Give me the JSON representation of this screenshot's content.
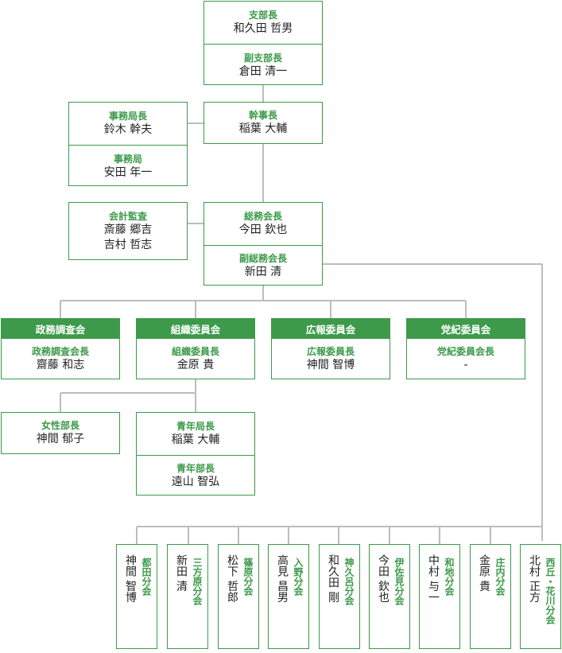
{
  "top": {
    "branch_head": {
      "role": "支部長",
      "name": "和久田 哲男"
    },
    "vice_branch_head": {
      "role": "副支部長",
      "name": "倉田 清一"
    },
    "secretary_general": {
      "role": "幹事長",
      "name": "稲葉 大輔"
    },
    "office_chief": {
      "role": "事務局長",
      "name": "鈴木 幹夫"
    },
    "office": {
      "role": "事務局",
      "name": "安田 年一"
    },
    "auditor": {
      "role": "会計監査",
      "names": [
        "斎藤 郷吉",
        "吉村 哲志"
      ]
    },
    "general_affairs": {
      "role": "総務会長",
      "name": "今田 欽也"
    },
    "vice_general_affairs": {
      "role": "副総務会長",
      "name": "新田 清"
    }
  },
  "committees": [
    {
      "header": "政務調査会",
      "role": "政務調査会長",
      "name": "齋藤 和志"
    },
    {
      "header": "組織委員会",
      "role": "組織委員長",
      "name": "金原 貴"
    },
    {
      "header": "広報委員会",
      "role": "広報委員長",
      "name": "神間 智博"
    },
    {
      "header": "党紀委員会",
      "role": "党紀委員会長",
      "name": "-"
    }
  ],
  "org_sub": {
    "women": {
      "role": "女性部長",
      "name": "神間 郁子"
    },
    "youth_bureau": {
      "role": "青年局長",
      "name": "稲葉 大輔"
    },
    "youth_dept": {
      "role": "青年部長",
      "name": "遠山 智弘"
    }
  },
  "branches": [
    {
      "role": "都田分会",
      "name": "神間 智博"
    },
    {
      "role": "三方原分会",
      "name": "新田 清"
    },
    {
      "role": "篠原分会",
      "name": "松下 哲郎"
    },
    {
      "role": "入野分会",
      "name": "高見 昌男"
    },
    {
      "role": "神久呂分会",
      "name": "和久田 剛"
    },
    {
      "role": "伊佐見分会",
      "name": "今田 欽也"
    },
    {
      "role": "和地分会",
      "name": "中村 与一"
    },
    {
      "role": "庄内分会",
      "name": "金原 貴"
    },
    {
      "role": "西丘・花川分会",
      "name": "北村 正方"
    }
  ],
  "colors": {
    "accent": "#3c9a4a",
    "line": "#bdbdbd",
    "text": "#222222"
  }
}
